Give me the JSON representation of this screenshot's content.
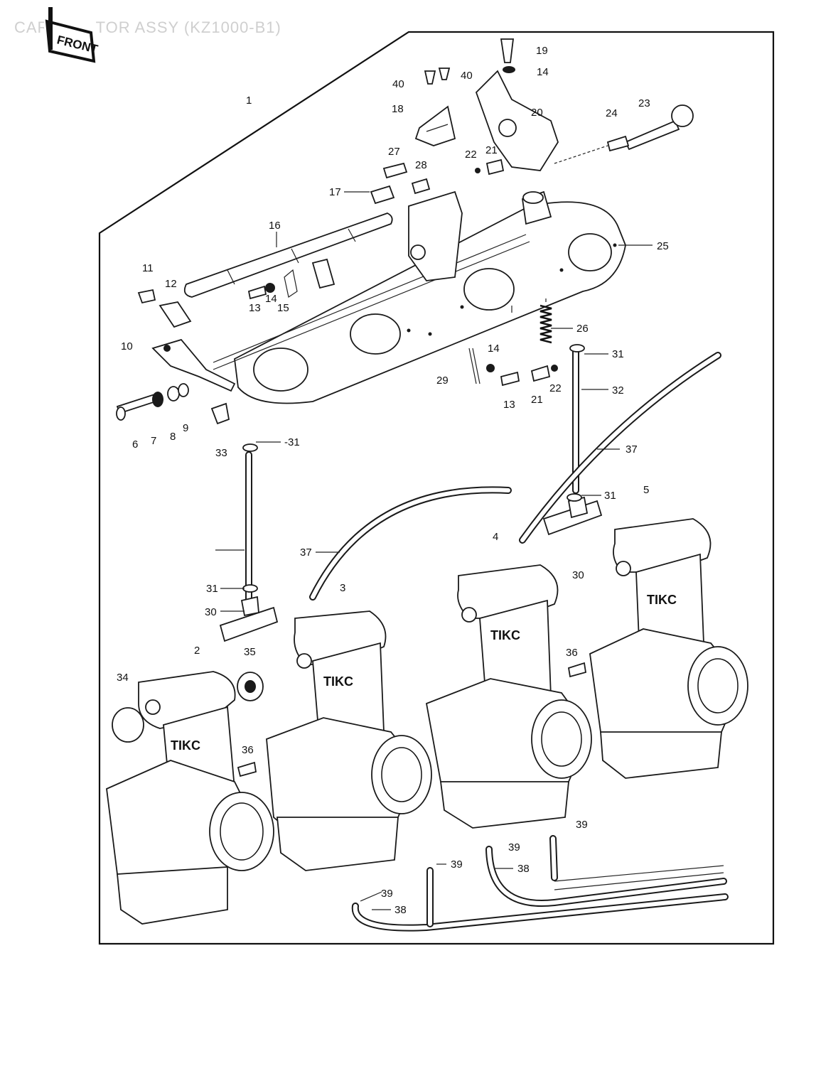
{
  "header": {
    "title_text": "CARBURETOR ASSY (KZ1000-B1)",
    "front_badge": "FRONT"
  },
  "callouts": [
    {
      "id": "c1",
      "text": "1"
    },
    {
      "id": "c2",
      "text": "2"
    },
    {
      "id": "c3",
      "text": "3"
    },
    {
      "id": "c4",
      "text": "4"
    },
    {
      "id": "c5",
      "text": "5"
    },
    {
      "id": "c6",
      "text": "6"
    },
    {
      "id": "c7",
      "text": "7"
    },
    {
      "id": "c8",
      "text": "8"
    },
    {
      "id": "c9",
      "text": "9"
    },
    {
      "id": "c10",
      "text": "10"
    },
    {
      "id": "c11",
      "text": "11"
    },
    {
      "id": "c12",
      "text": "12"
    },
    {
      "id": "c13a",
      "text": "13"
    },
    {
      "id": "c13b",
      "text": "13"
    },
    {
      "id": "c14a",
      "text": "14"
    },
    {
      "id": "c14b",
      "text": "14"
    },
    {
      "id": "c14c",
      "text": "14"
    },
    {
      "id": "c15",
      "text": "15"
    },
    {
      "id": "c16",
      "text": "16"
    },
    {
      "id": "c17",
      "text": "17"
    },
    {
      "id": "c18",
      "text": "18"
    },
    {
      "id": "c19",
      "text": "19"
    },
    {
      "id": "c20",
      "text": "20"
    },
    {
      "id": "c21a",
      "text": "21"
    },
    {
      "id": "c21b",
      "text": "21"
    },
    {
      "id": "c22a",
      "text": "22"
    },
    {
      "id": "c22b",
      "text": "22"
    },
    {
      "id": "c23",
      "text": "23"
    },
    {
      "id": "c24",
      "text": "24"
    },
    {
      "id": "c25",
      "text": "25"
    },
    {
      "id": "c26",
      "text": "26"
    },
    {
      "id": "c27",
      "text": "27"
    },
    {
      "id": "c28",
      "text": "28"
    },
    {
      "id": "c29",
      "text": "29"
    },
    {
      "id": "c30a",
      "text": "30"
    },
    {
      "id": "c30b",
      "text": "30"
    },
    {
      "id": "c31a",
      "text": "31"
    },
    {
      "id": "c31b",
      "text": "-31"
    },
    {
      "id": "c31c",
      "text": "31"
    },
    {
      "id": "c31d",
      "text": "31"
    },
    {
      "id": "c32",
      "text": "32"
    },
    {
      "id": "c33",
      "text": "33"
    },
    {
      "id": "c34",
      "text": "34"
    },
    {
      "id": "c35",
      "text": "35"
    },
    {
      "id": "c36a",
      "text": "36"
    },
    {
      "id": "c36b",
      "text": "36"
    },
    {
      "id": "c37a",
      "text": "37"
    },
    {
      "id": "c37b",
      "text": "37"
    },
    {
      "id": "c38a",
      "text": "38"
    },
    {
      "id": "c38b",
      "text": "38"
    },
    {
      "id": "c39a",
      "text": "39"
    },
    {
      "id": "c39b",
      "text": "39"
    },
    {
      "id": "c39c",
      "text": "39"
    },
    {
      "id": "c39d",
      "text": "39"
    },
    {
      "id": "c40a",
      "text": "40"
    },
    {
      "id": "c40b",
      "text": "40"
    }
  ],
  "carb_logo": "TIKC"
}
